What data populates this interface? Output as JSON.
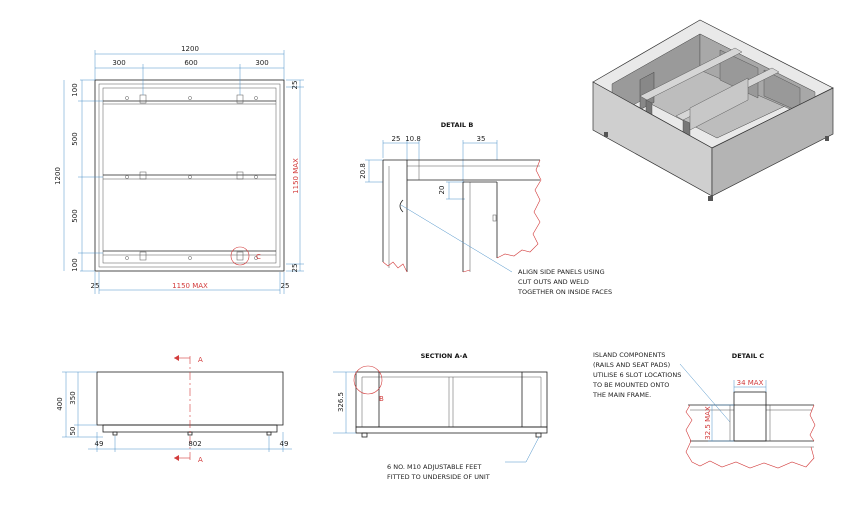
{
  "plan": {
    "overall_width": "1200",
    "seg_left": "300",
    "seg_mid": "600",
    "seg_right": "300",
    "top_right": "25",
    "bottom_right": "25",
    "left_top": "100",
    "left_mid1": "500",
    "left_mid2": "500",
    "left_bottom": "100",
    "overall_height": "1200",
    "max_height": "1150 MAX",
    "bottom_left": "25",
    "bottom_max": "1150 MAX",
    "bottom_right_dim": "25",
    "callout_c": "C"
  },
  "detail_b": {
    "title": "DETAIL B",
    "d25": "25",
    "d108": "10.8",
    "d35": "35",
    "d208": "20.8",
    "d20": "20",
    "note": [
      "ALIGN SIDE PANELS USING",
      "CUT OUTS AND WELD",
      "TOGETHER ON INSIDE FACES"
    ]
  },
  "elevation": {
    "d400": "400",
    "d350": "350",
    "d50": "50",
    "d49_left": "49",
    "d802": "802",
    "d49_right": "49",
    "section_top": "A",
    "section_bottom": "A"
  },
  "section_aa": {
    "title": "SECTION A-A",
    "d3265": "326.5",
    "callout_b": "B",
    "note": [
      "6 NO. M10 ADJUSTABLE FEET",
      "FITTED TO UNDERSIDE OF UNIT"
    ]
  },
  "detail_c": {
    "title": "DETAIL C",
    "note": [
      "ISLAND COMPONENTS",
      "(RAILS AND SEAT PADS)",
      "UTILISE 6 SLOT LOCATIONS",
      "TO BE MOUNTED ONTO",
      "THE MAIN FRAME."
    ],
    "d34": "34 MAX",
    "d325": "32.5 MAX"
  }
}
